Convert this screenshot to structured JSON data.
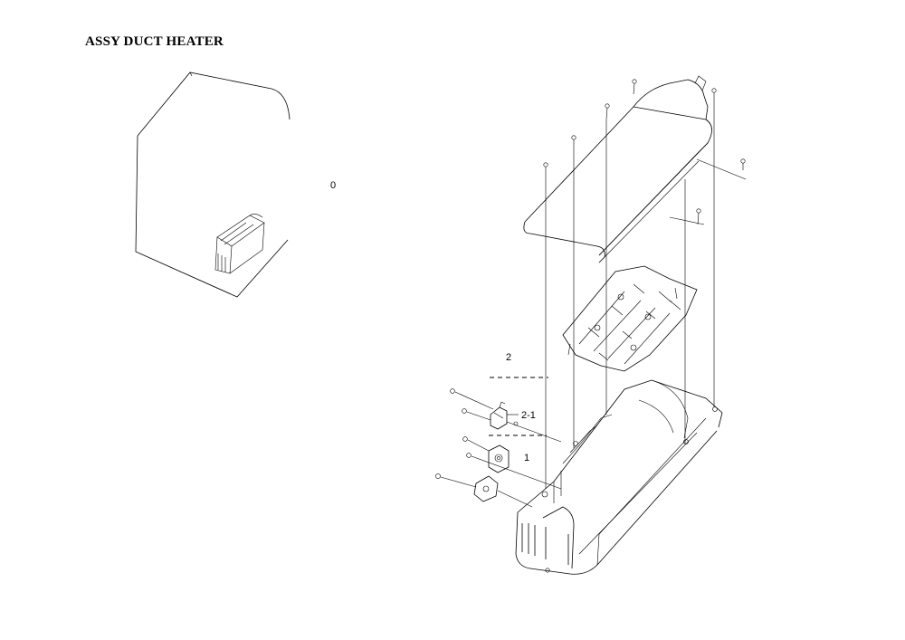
{
  "title": "ASSY DUCT HEATER",
  "labels": {
    "overview": "0",
    "assy": "2",
    "sub_assy": "2-1",
    "part": "1"
  }
}
